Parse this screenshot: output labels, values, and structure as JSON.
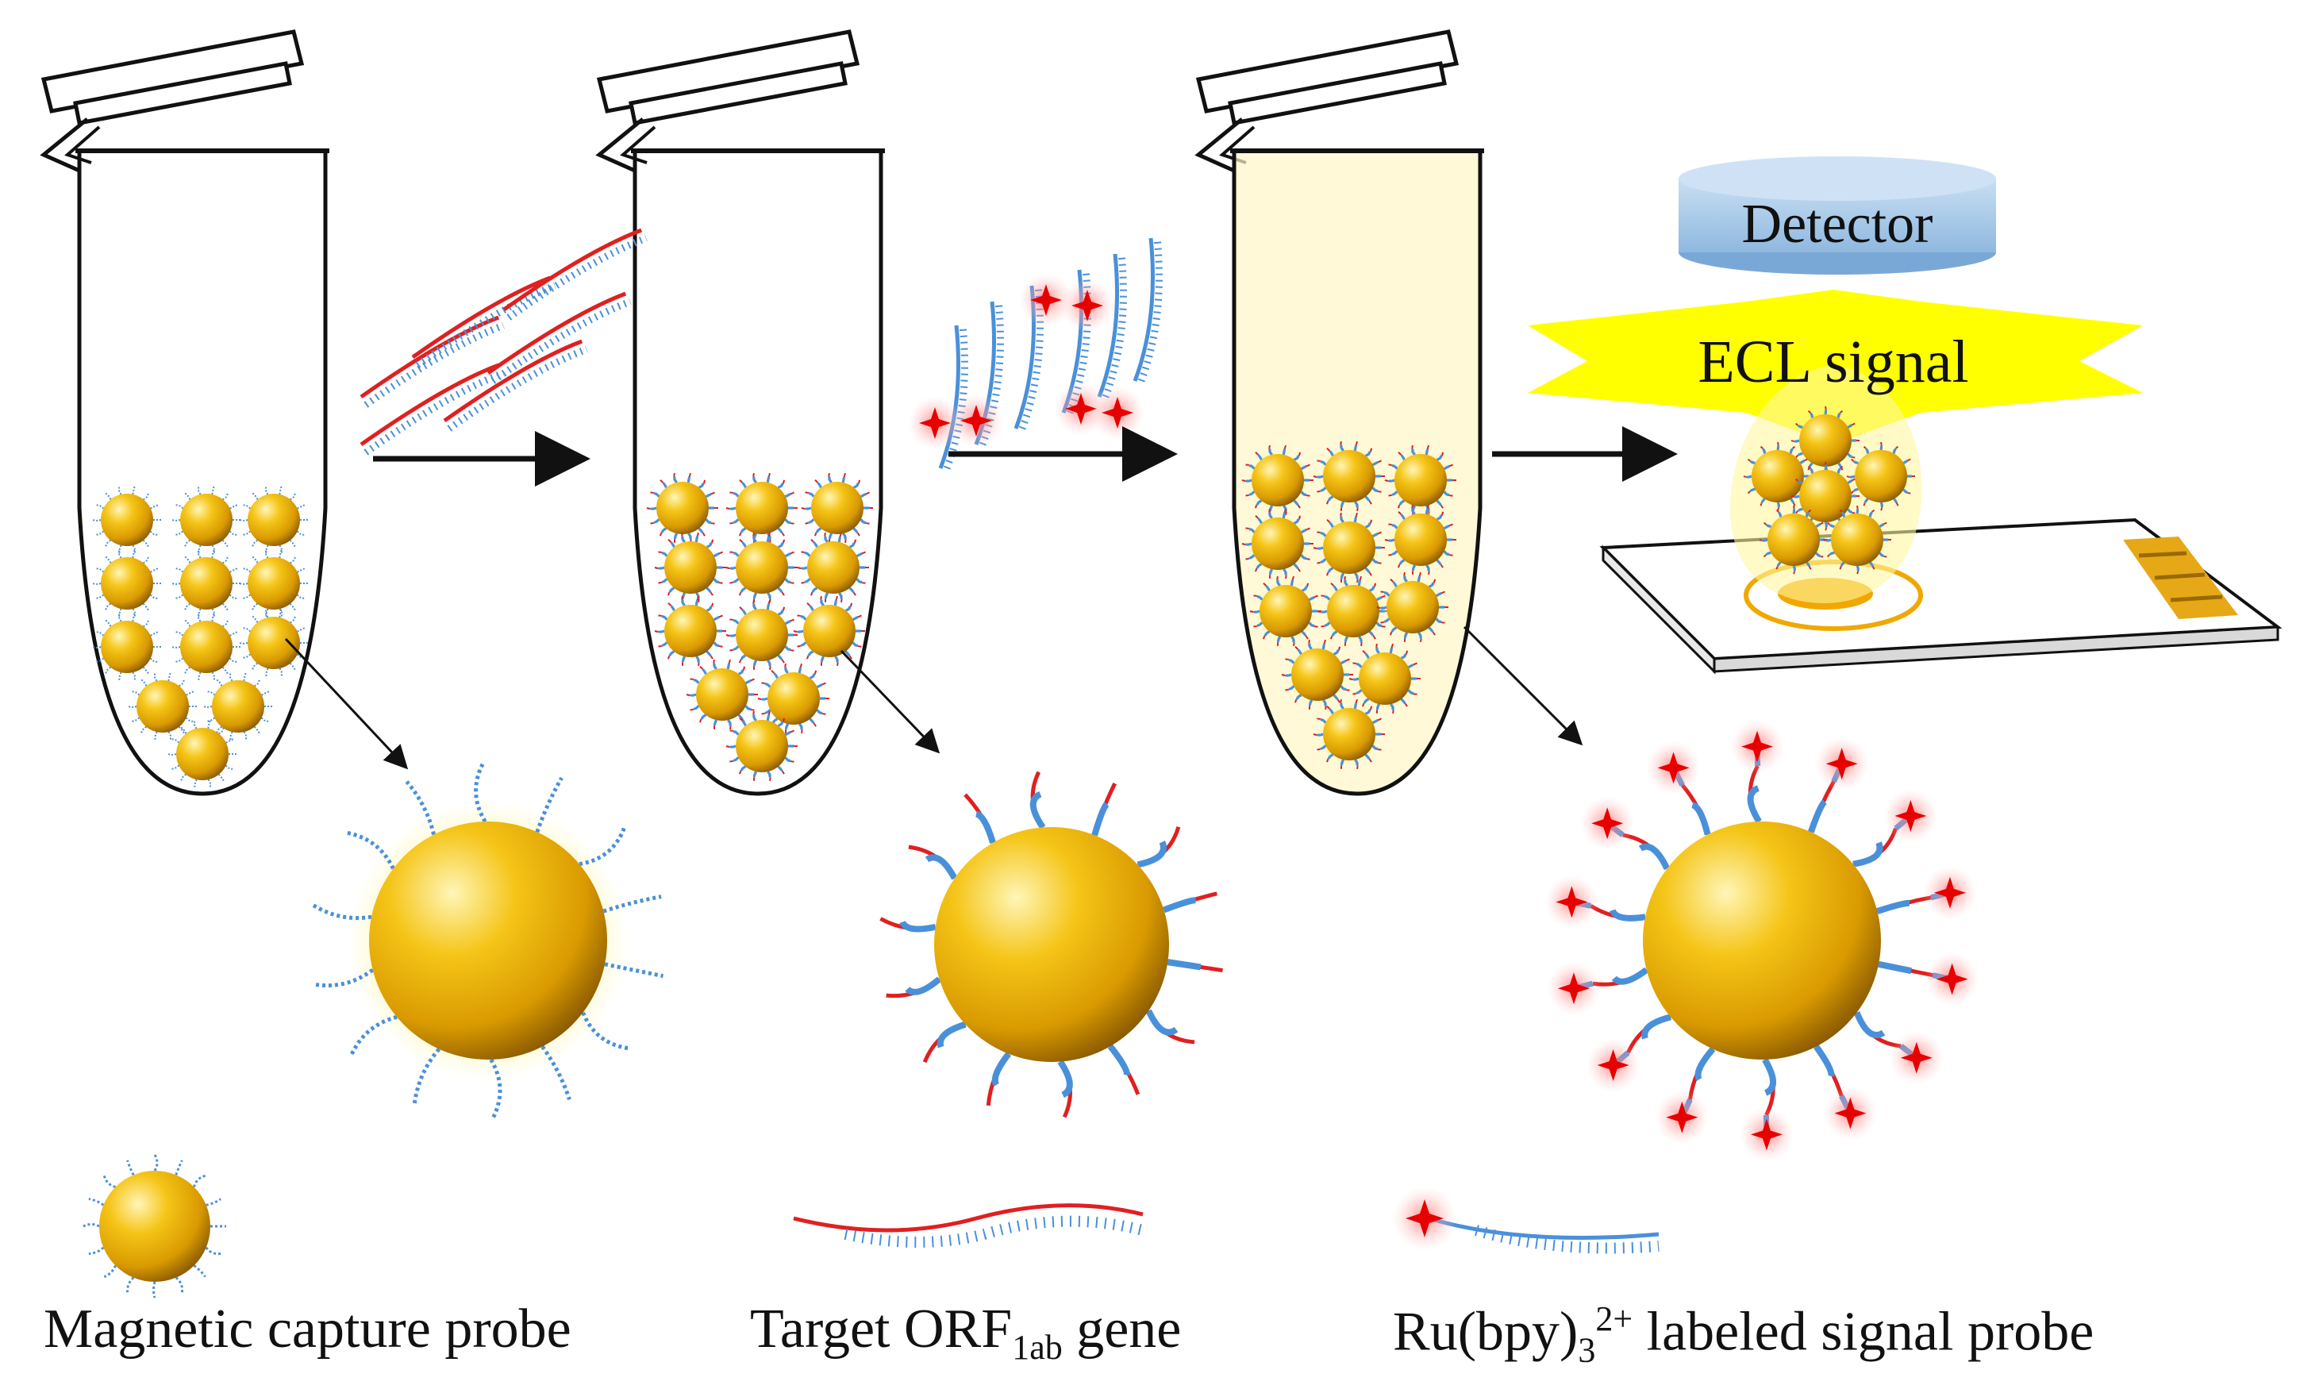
{
  "labels": {
    "detector": "Detector",
    "ecl_signal": "ECL signal",
    "capture_probe_caption": "Magnetic capture probe",
    "target_caption_prefix": "Target ORF",
    "target_caption_sub": "1ab",
    "target_caption_suffix": " gene",
    "signal_caption_prefix": "Ru(bpy)",
    "signal_caption_sub": "3",
    "signal_caption_sup": "2+",
    "signal_caption_suffix": " labeled signal probe"
  },
  "colors": {
    "bead_gold": "#e8a800",
    "bead_highlight": "#fff3b0",
    "capture_strand": "#4a90d9",
    "target_strand": "#e02020",
    "signal_star": "#e60000",
    "detector_fill": "#9dc3e6",
    "ecl_yellow": "#ffff00",
    "electrode_gold": "#e6a817",
    "arrow": "#111111"
  },
  "icons": [
    "tube-icon",
    "bead-icon",
    "star-icon",
    "detector-icon",
    "electrode-icon"
  ]
}
